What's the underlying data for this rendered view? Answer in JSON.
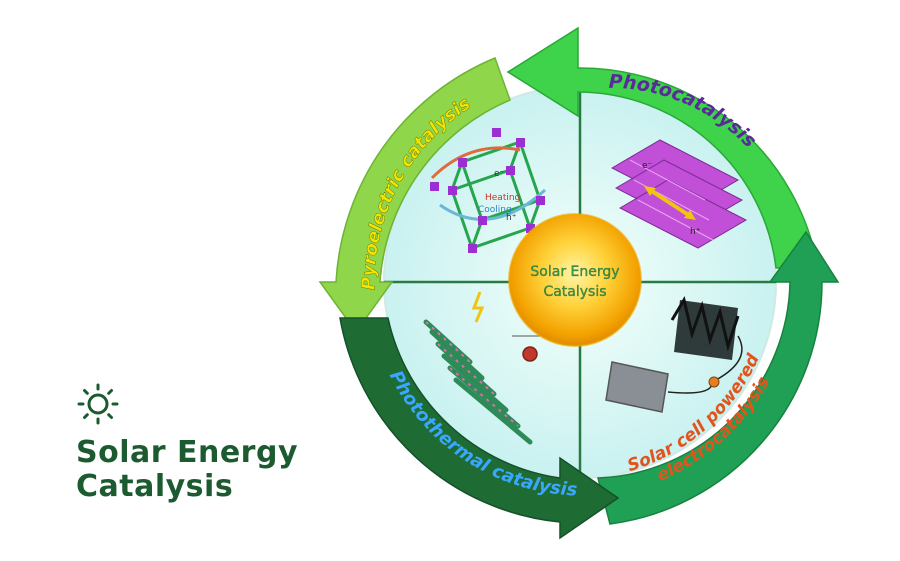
{
  "brand": {
    "title_line1": "Solar Energy",
    "title_line2": "Catalysis",
    "icon": "sun-icon"
  },
  "center": {
    "line1": "Solar Energy",
    "line2": "Catalysis"
  },
  "arrows": {
    "photocatalysis": "Photocatalysis",
    "pyroelectric": "Pyroelectric catalysis",
    "photothermal": "Photothermal catalysis",
    "solarcell_line1": "Solar cell powered",
    "solarcell_line2": "electrocatalysis"
  },
  "quadrant_text": {
    "heating": "Heating",
    "cooling": "Cooling",
    "e_minus": "e⁻",
    "h_plus": "h⁺"
  },
  "colors": {
    "brand_green": "#1c5a30",
    "photocatalysis_arrow": "#3ed34a",
    "pyroelectric_arrow": "#8fd64b",
    "photothermal_arrow": "#1e6b34",
    "solarcell_arrow": "#1fa054",
    "sun_core": "#f7b500"
  }
}
